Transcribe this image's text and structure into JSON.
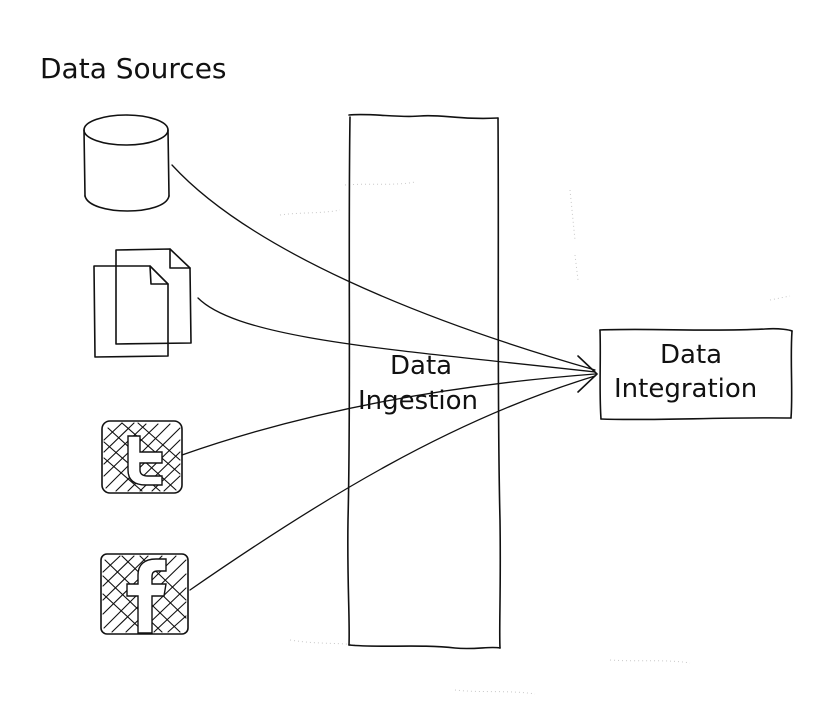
{
  "title": "Data Sources",
  "ingestion": {
    "line1": "Data",
    "line2": "Ingestion"
  },
  "integration": {
    "line1": "Data",
    "line2": "Integration"
  },
  "icons": {
    "database": "database-cylinder-icon",
    "files": "document-files-icon",
    "twitter": "twitter-icon",
    "facebook": "facebook-icon"
  },
  "colors": {
    "ink": "#111111",
    "background": "#ffffff"
  }
}
